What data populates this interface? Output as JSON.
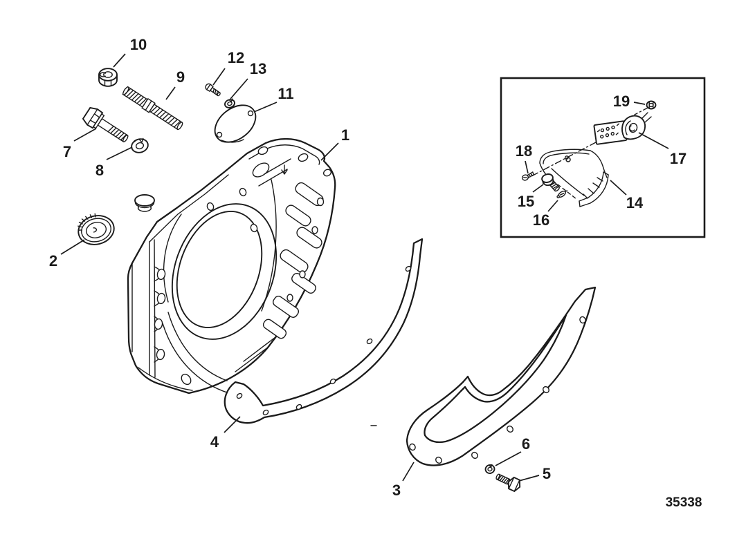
{
  "figure": {
    "drawing_number": "35338",
    "callouts": [
      "1",
      "2",
      "3",
      "4",
      "5",
      "6",
      "7",
      "8",
      "9",
      "10",
      "11",
      "12",
      "13",
      "14",
      "15",
      "16",
      "17",
      "18",
      "19"
    ]
  }
}
